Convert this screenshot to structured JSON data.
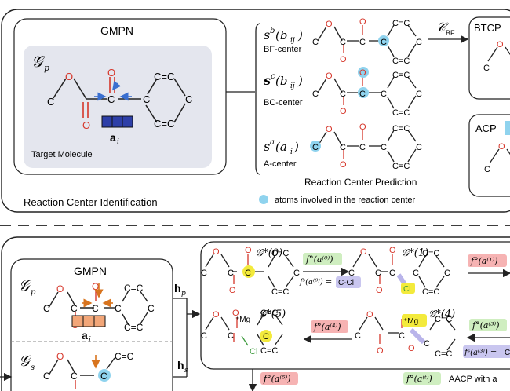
{
  "top": {
    "gmpn_title": "GMPN",
    "gp_label": "𝒢",
    "gp_sub": "p",
    "ai_label": "a",
    "ai_sub": "i",
    "target_molecule": "Target Molecule",
    "section_title": "Reaction Center Identification",
    "sb_label": "s",
    "sb_sup": "b",
    "sb_arg": "(b",
    "sb_arg_sub": "ij",
    "sb_close": ")",
    "bf_center": "BF-center",
    "sc_label": "s",
    "sc_sup": "c",
    "sc_arg": "(b",
    "sc_arg_sub": "ij",
    "sc_close": ")",
    "bc_center": "BC-center",
    "sa_label": "s",
    "sa_sup": "a",
    "sa_arg": "(a",
    "sa_arg_sub": "i",
    "sa_close": ")",
    "a_center": "A-center",
    "prediction_caption": "Reaction Center Prediction",
    "cbf_label": "𝒞",
    "cbf_sub": "BF",
    "btcp": "BTCP",
    "acp": "ACP",
    "legend_text": "atoms involved in the reaction center"
  },
  "bottom": {
    "gmpn_title": "GMPN",
    "gp_label": "𝒢",
    "gp_sub": "p",
    "gs_label": "𝒢",
    "gs_sub": "s",
    "ai_label": "a",
    "ai_sub": "i",
    "hp_label": "h",
    "hp_sub": "p",
    "hs_label": "h",
    "hs_sub": "s",
    "g0_label": "𝒢*(0)",
    "g1_label": "𝒢*(1)",
    "g4_label": "𝒢*(4)",
    "g5_label": "𝒢*(5)",
    "fo_a0": "f°(a⁽⁰⁾)",
    "fs_a0": "fˢ(a⁽⁰⁾) =",
    "cc_label": "C-Cl",
    "fo_a1": "f°(a⁽¹⁾)",
    "fo_a3": "f°(a⁽³⁾)",
    "fs_a3": "fˢ(a⁽³⁾) =",
    "c_label": "C",
    "fo_a4": "f°(a⁽⁴⁾)",
    "fo_a5": "f°(a⁽⁵⁾)",
    "fo_at": "f°(a⁽ᵗ⁾)",
    "aacp_text": "AACP with a",
    "mg_plus": "⁺Mg",
    "mg_box": "⁺Mg",
    "cl": "Cl"
  },
  "colors": {
    "highlight_blue": "#8fd3ee",
    "green_box": "#cfeec0",
    "red_box": "#f6b3b3",
    "purple_box": "#c9c6ef",
    "orange_box": "#f2a678",
    "yellow": "#f3ea3c",
    "oxygen_red": "#d6362a",
    "chlorine_green": "#3c9a3c",
    "panel_grey": "#e4e6ee"
  }
}
